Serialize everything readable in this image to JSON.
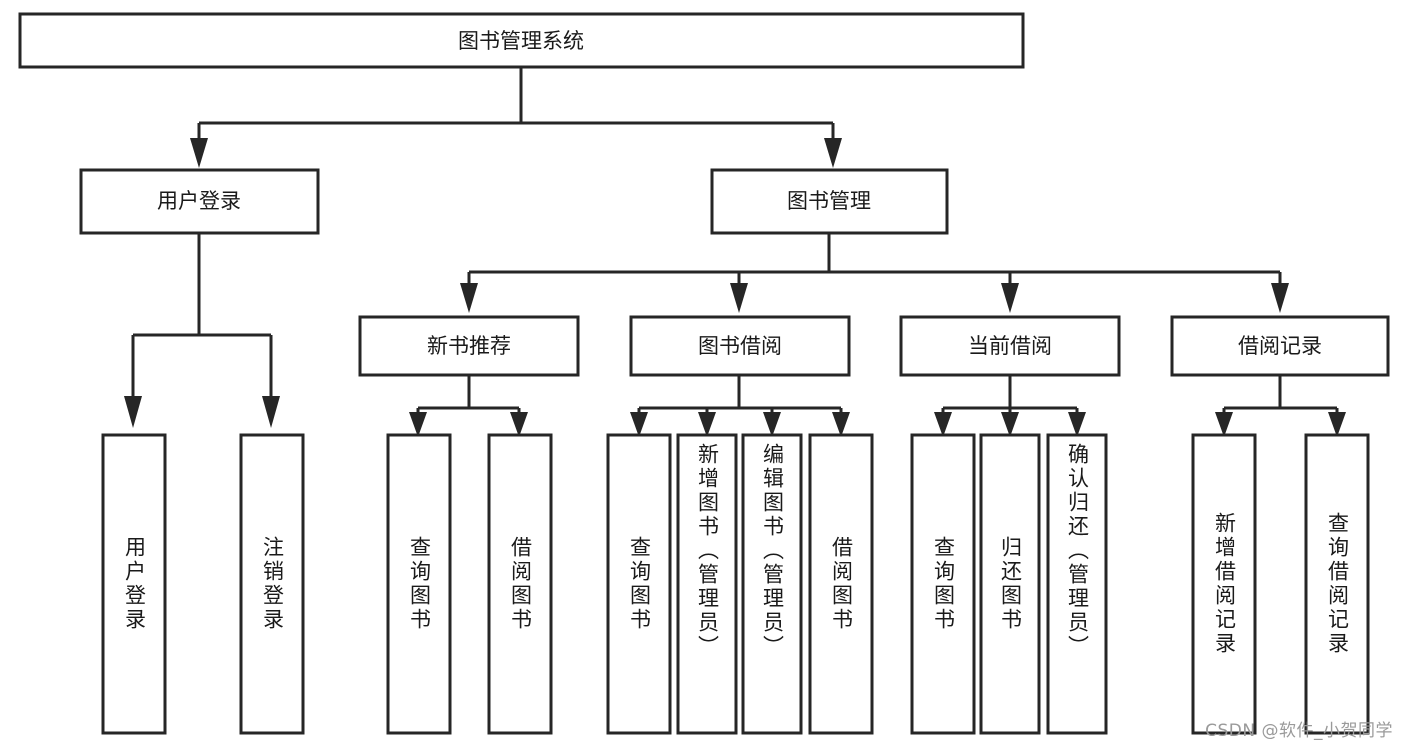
{
  "diagram": {
    "type": "tree",
    "title": "图书管理系统",
    "watermark": "CSDN @软件_小贺同学",
    "colors": {
      "box_stroke": "#262626",
      "box_fill": "#ffffff",
      "text": "#1a1a1a",
      "connector": "#262626",
      "watermark": "#9a9a9a",
      "background": "#ffffff"
    },
    "root": {
      "label": "图书管理系统",
      "level": 0
    },
    "level2": [
      {
        "label": "用户登录"
      },
      {
        "label": "图书管理"
      }
    ],
    "level3": [
      {
        "label": "新书推荐"
      },
      {
        "label": "图书借阅"
      },
      {
        "label": "当前借阅"
      },
      {
        "label": "借阅记录"
      }
    ],
    "leaves": {
      "user_login": [
        {
          "label": "用户登录"
        },
        {
          "label": "注销登录"
        }
      ],
      "new_book_recommend": [
        {
          "label": "查询图书"
        },
        {
          "label": "借阅图书"
        }
      ],
      "book_borrow": [
        {
          "label": "查询图书"
        },
        {
          "label": "新增图书（管理员）"
        },
        {
          "label": "编辑图书（管理员）"
        },
        {
          "label": "借阅图书"
        }
      ],
      "current_borrow": [
        {
          "label": "查询图书"
        },
        {
          "label": "归还图书"
        },
        {
          "label": "确认归还（管理员）"
        }
      ],
      "borrow_record": [
        {
          "label": "新增借阅记录"
        },
        {
          "label": "查询借阅记录"
        }
      ]
    }
  }
}
